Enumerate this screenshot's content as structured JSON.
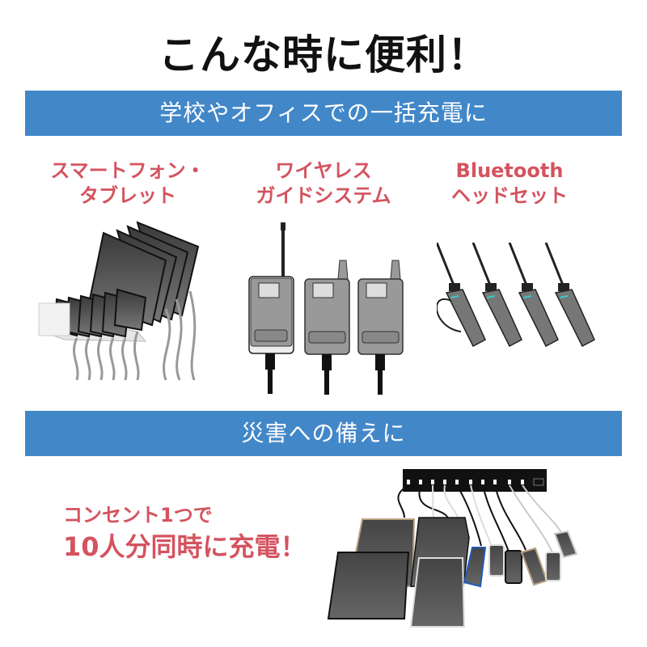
{
  "title": "こんな時に便利！",
  "section1": {
    "banner": "学校やオフィスでの一括充電に",
    "categories": [
      {
        "line1": "スマートフォン・",
        "line2": "タブレット",
        "illustration": "phone-tablet-charging-stand"
      },
      {
        "line1": "ワイヤレス",
        "line2": "ガイドシステム",
        "illustration": "wireless-guide-receivers"
      },
      {
        "line1": "Bluetooth",
        "line2": "ヘッドセット",
        "illustration": "bluetooth-headsets"
      }
    ]
  },
  "section2": {
    "banner": "災害への備えに",
    "promo": {
      "line1": "コンセント1つで",
      "line2": "10人分同時に充電！"
    },
    "illustration": "usb-charger-10-devices"
  },
  "colors": {
    "banner": "#4287c8",
    "accent_text": "#d4535f",
    "title_text": "#111111"
  }
}
